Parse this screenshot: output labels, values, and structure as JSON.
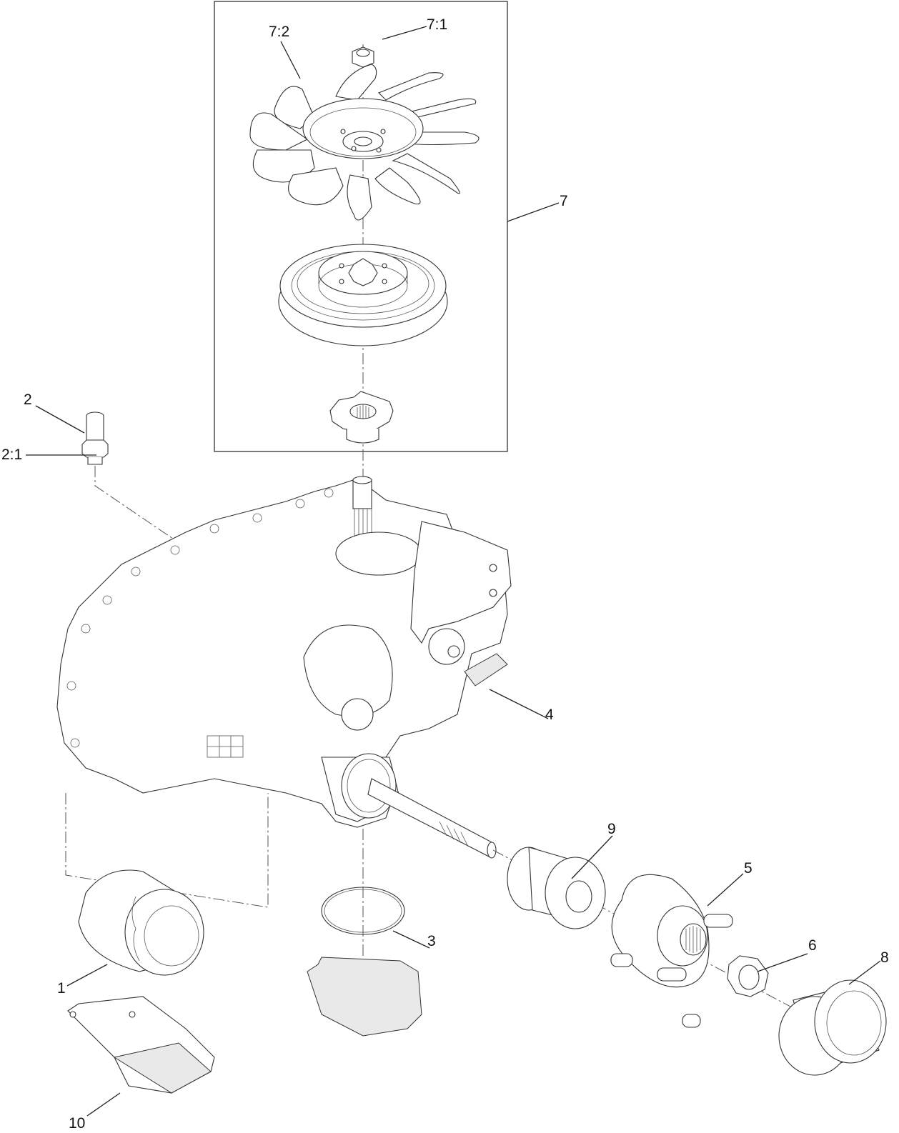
{
  "diagram": {
    "type": "exploded-parts-view",
    "subject": "Hydrostatic transaxle assembly with fan, pulley, hub and filter",
    "accent_color": "#222222",
    "background_color": "#ffffff"
  },
  "callouts": [
    {
      "id": "c7-1",
      "label": "7:1",
      "part": "nut"
    },
    {
      "id": "c7-2",
      "label": "7:2",
      "part": "cooling-fan"
    },
    {
      "id": "c7",
      "label": "7",
      "part": "fan-pulley-kit (boxed group)"
    },
    {
      "id": "c2",
      "label": "2",
      "part": "fitting"
    },
    {
      "id": "c2-1",
      "label": "2:1",
      "part": "o-ring on fitting"
    },
    {
      "id": "c4",
      "label": "4",
      "part": "transaxle / return spring assembly"
    },
    {
      "id": "c9",
      "label": "9",
      "part": "axle seal guard"
    },
    {
      "id": "c5",
      "label": "5",
      "part": "wheel hub"
    },
    {
      "id": "c6",
      "label": "6",
      "part": "hex nut"
    },
    {
      "id": "c8",
      "label": "8",
      "part": "hub cap"
    },
    {
      "id": "c3",
      "label": "3",
      "part": "o-ring"
    },
    {
      "id": "c1",
      "label": "1",
      "part": "oil filter"
    },
    {
      "id": "c10",
      "label": "10",
      "part": "filter guard"
    }
  ],
  "labels": {
    "c7_1": "7:1",
    "c7_2": "7:2",
    "c7": "7",
    "c2": "2",
    "c2_1": "2:1",
    "c4": "4",
    "c9": "9",
    "c5": "5",
    "c6": "6",
    "c8": "8",
    "c3": "3",
    "c1": "1",
    "c10": "10"
  }
}
